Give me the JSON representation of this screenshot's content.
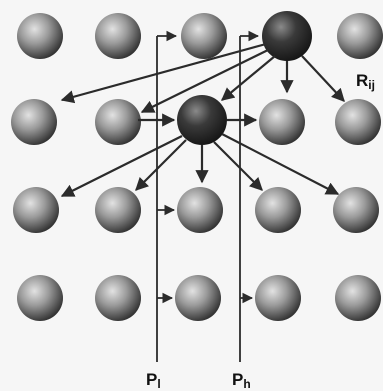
{
  "labels": {
    "r_main": "R",
    "r_sub": "ij",
    "p_left_main": "P",
    "p_left_sub": "l",
    "p_right_main": "P",
    "p_right_sub": "h"
  },
  "colors": {
    "background": "#f6f6f6",
    "sphere_light": "#e2e2e2",
    "sphere_mid": "#9a9a9a",
    "sphere_dark": "#2c2c2c",
    "emitter_dark": "#111111",
    "arrow": "#2b2b2b"
  }
}
